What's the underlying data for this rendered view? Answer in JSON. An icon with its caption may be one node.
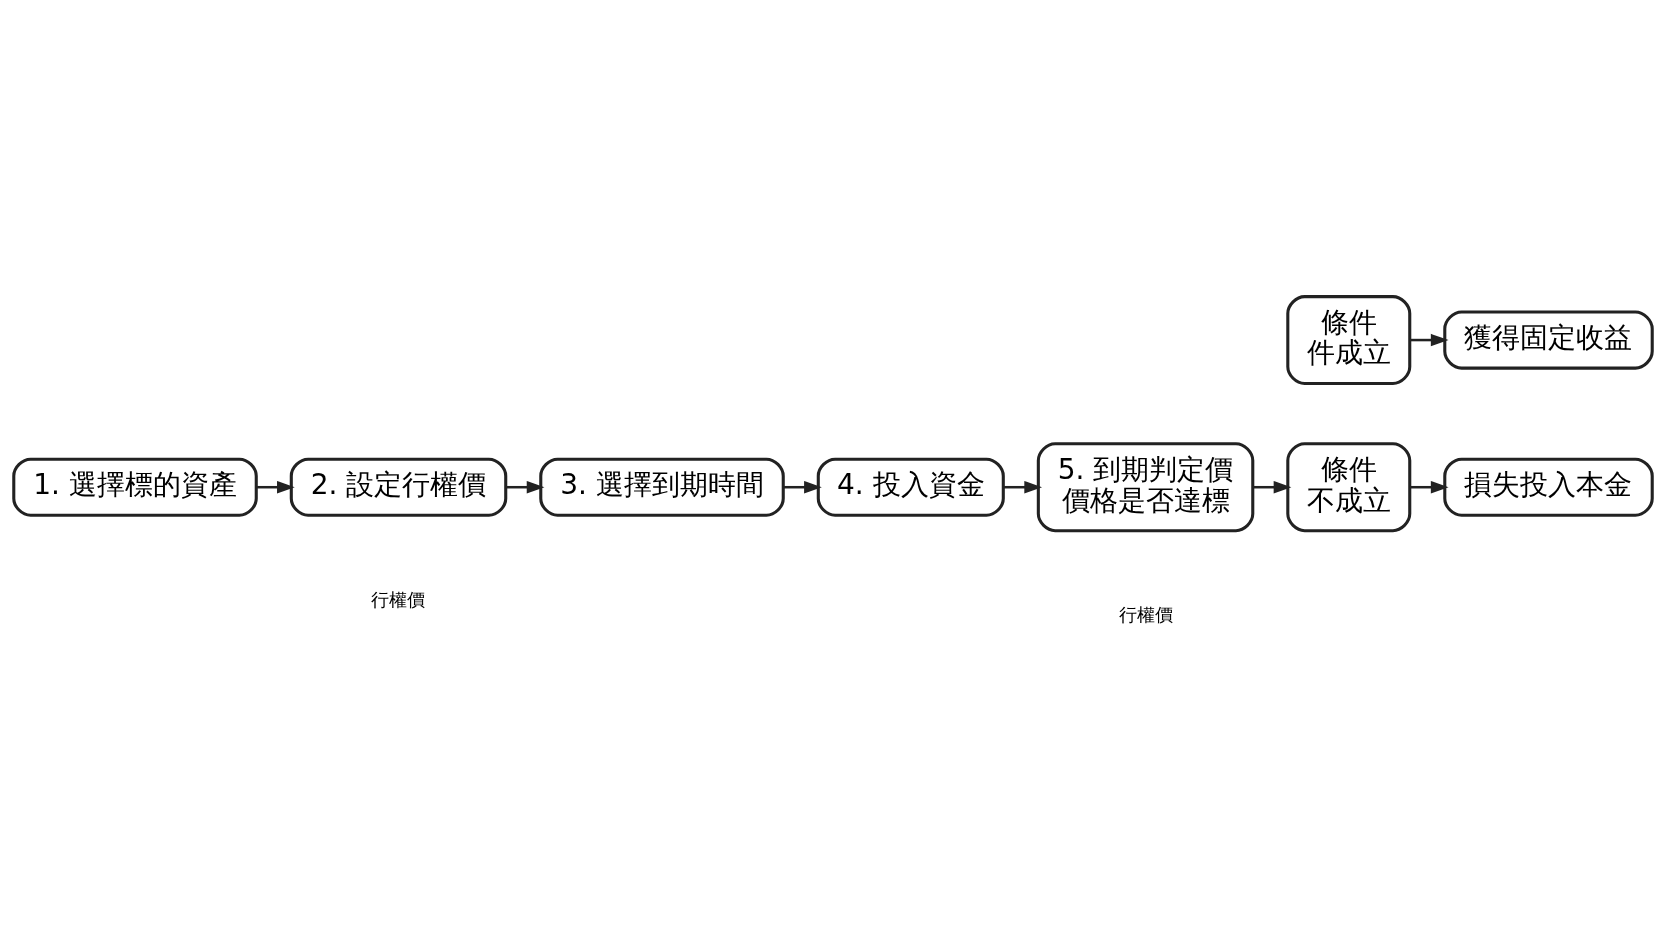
{
  "diagram": {
    "nodes": [
      {
        "text": [
          "1. 選擇標的資產"
        ]
      },
      {
        "text": [
          "2. 設定行權價"
        ]
      },
      {
        "text": [
          "3. 選擇到期時間"
        ]
      },
      {
        "text": [
          "4. 投入資金"
        ]
      },
      {
        "text": [
          "5. 到期判定價價格是否達標"
        ]
      },
      {
        "text": [
          "條件件成立"
        ]
      },
      {
        "text": [
          "獲得固定收益"
        ]
      },
      {
        "text": [
          "條件不成立"
        ]
      },
      {
        "text": [
          "損失投入本金"
        ]
      }
    ],
    "edges": [
      {
        "from": 0,
        "to": 1,
        "arrow": "to"
      },
      {
        "from": 1,
        "to": 2,
        "arrow": "to"
      },
      {
        "from": 2,
        "to": 3,
        "arrow": "to"
      },
      {
        "from": 3,
        "to": 4,
        "arrow": "to"
      },
      {
        "from": 4,
        "to": 7,
        "arrow": "to"
      },
      {
        "from": 5,
        "to": 6,
        "arrow": "to"
      },
      {
        "from": 7,
        "to": 8,
        "arrow": "to"
      }
    ],
    "labels": [
      "行權價",
      "行權價"
    ]
  }
}
